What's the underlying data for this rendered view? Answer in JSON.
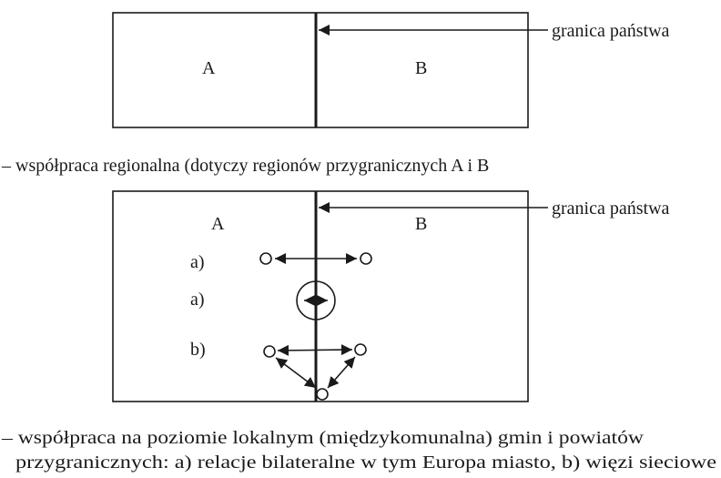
{
  "figure1": {
    "region_a": "A",
    "region_b": "B",
    "border_label": "granica państwa",
    "caption": "– współpraca regionalna (dotyczy regionów przygranicznych A i B"
  },
  "figure2": {
    "region_a": "A",
    "region_b": "B",
    "border_label": "granica państwa",
    "row1_label": "a)",
    "row2_label": "a)",
    "row3_label": "b)",
    "caption_line1": "– współpraca na poziomie lokalnym (międzykomunalna) gmin i powiatów",
    "caption_line2": "przygranicznych: a) relacje bilateralne w tym Europa miasto, b) więzi sieciowe"
  }
}
